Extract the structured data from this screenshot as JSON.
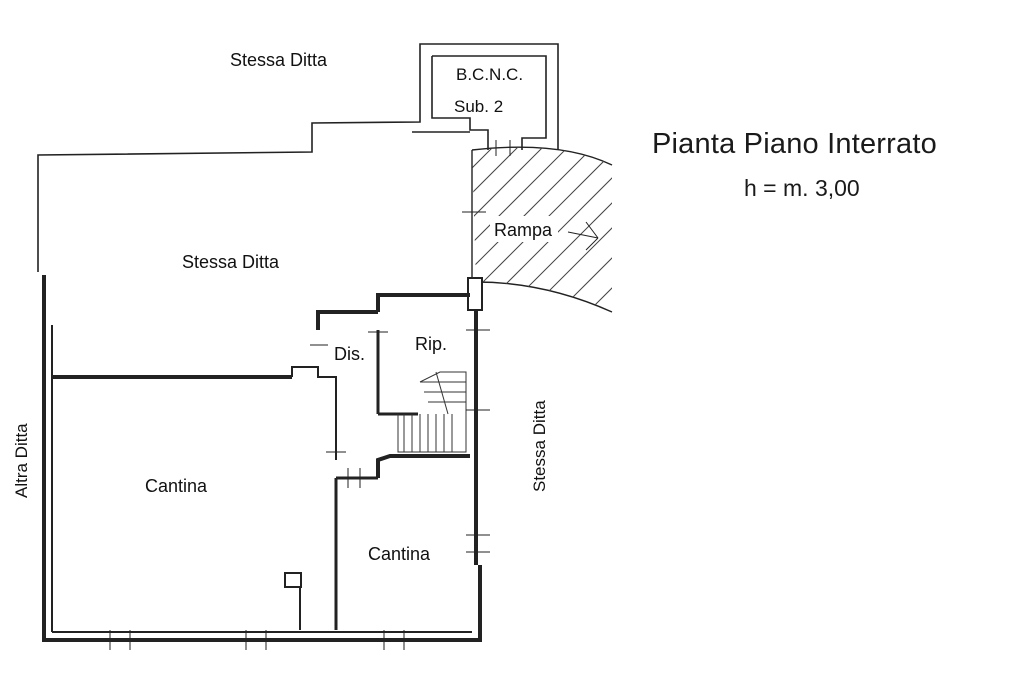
{
  "plan": {
    "title": "Pianta Piano Interrato",
    "height_note": "h = m. 3,00",
    "labels": {
      "stessa_ditta_top": "Stessa Ditta",
      "bcnc": "B.C.N.C.",
      "sub2": "Sub. 2",
      "stessa_ditta_center": "Stessa Ditta",
      "rampa": "Rampa",
      "dis": "Dis.",
      "rip": "Rip.",
      "cantina_large": "Cantina",
      "cantina_small": "Cantina",
      "altra_ditta": "Altra Ditta",
      "stessa_ditta_right": "Stessa Ditta"
    }
  }
}
